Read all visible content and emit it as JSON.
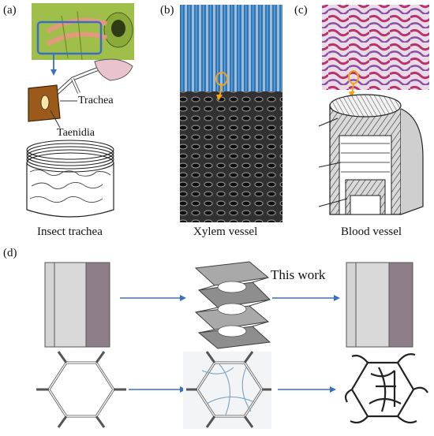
{
  "panels": {
    "a": {
      "label": "(a)",
      "caption": "Insect trachea",
      "callout_trachea": "Trachea",
      "callout_taenidia": "Taenidia"
    },
    "b": {
      "label": "(b)",
      "caption": "Xylem vessel"
    },
    "c": {
      "label": "(c)",
      "caption": "Blood vessel"
    },
    "d": {
      "label": "(d)",
      "annotation": "This work"
    }
  },
  "colors": {
    "arrow_blue": "#3a6fc4",
    "marker_orange": "#f2a31c",
    "stain_magenta": "#b8326e",
    "xylem_blue": "#3d8fd0",
    "layer_dark": "#8d7e8a",
    "layer_light": "#d4d4d4"
  }
}
